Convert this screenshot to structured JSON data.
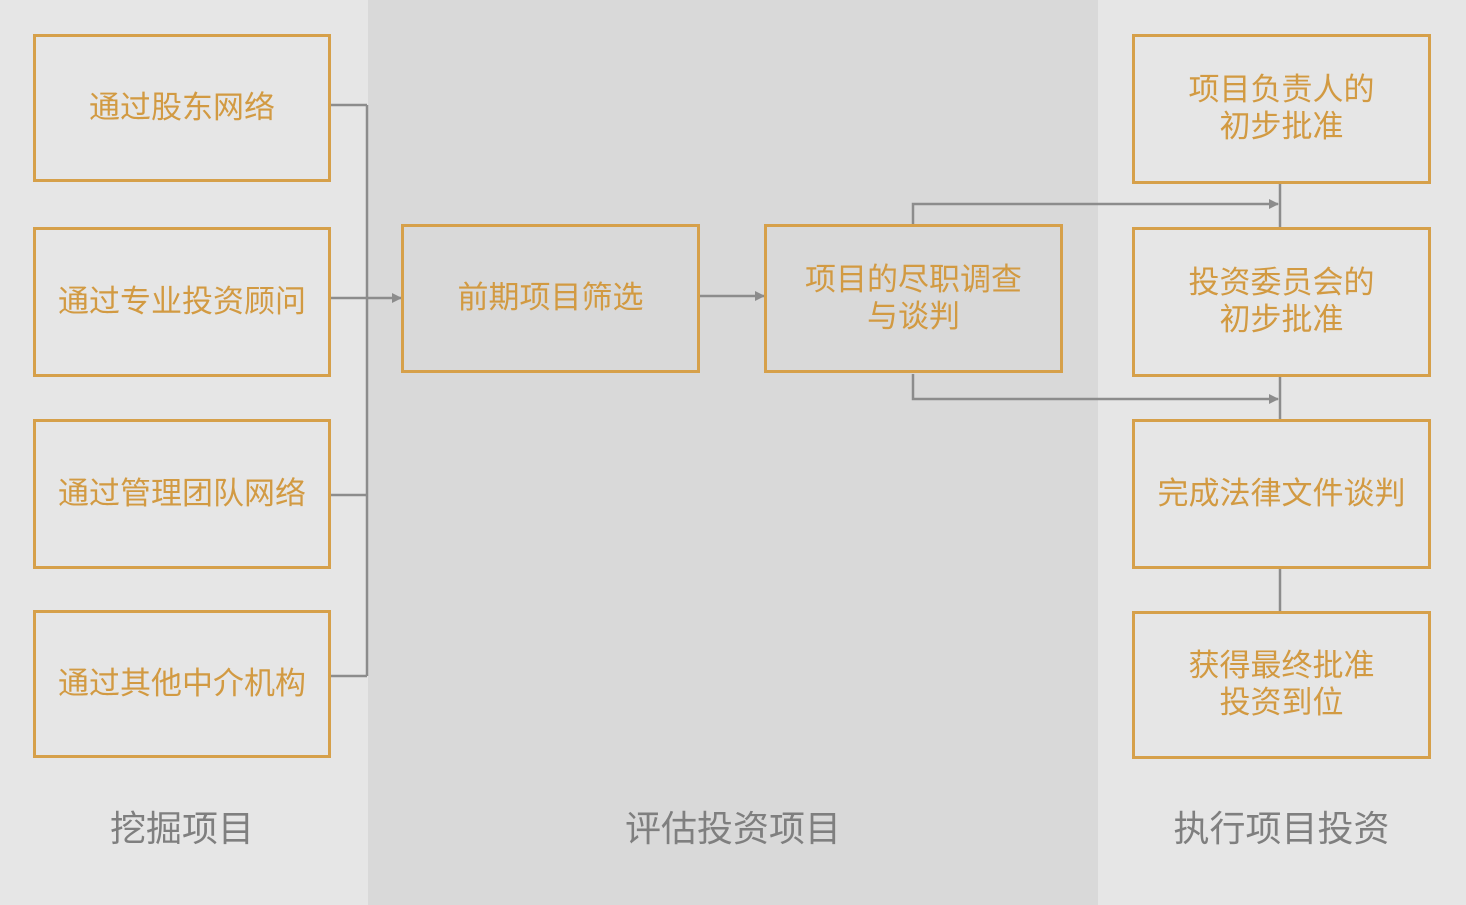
{
  "columns": {
    "left_title": "挖掘项目",
    "middle_title": "评估投资项目",
    "right_title": "执行项目投资"
  },
  "nodes": {
    "source_1": "通过股东网络",
    "source_2": "通过专业投资顾问",
    "source_3": "通过管理团队网络",
    "source_4": "通过其他中介机构",
    "screening": "前期项目筛选",
    "due_diligence": "项目的尽职调查\n与谈判",
    "exec_1": "项目负责人的\n初步批准",
    "exec_2": "投资委员会的\n初步批准",
    "exec_3": "完成法律文件谈判",
    "exec_4": "获得最终批准\n投资到位"
  },
  "colors": {
    "box_border": "#d6a04a",
    "box_text": "#d29a42",
    "connector": "#8c8c8c",
    "column_title": "#7f7f7f",
    "bg_side": "#e6e6e6",
    "bg_middle": "#d9d9d9"
  }
}
